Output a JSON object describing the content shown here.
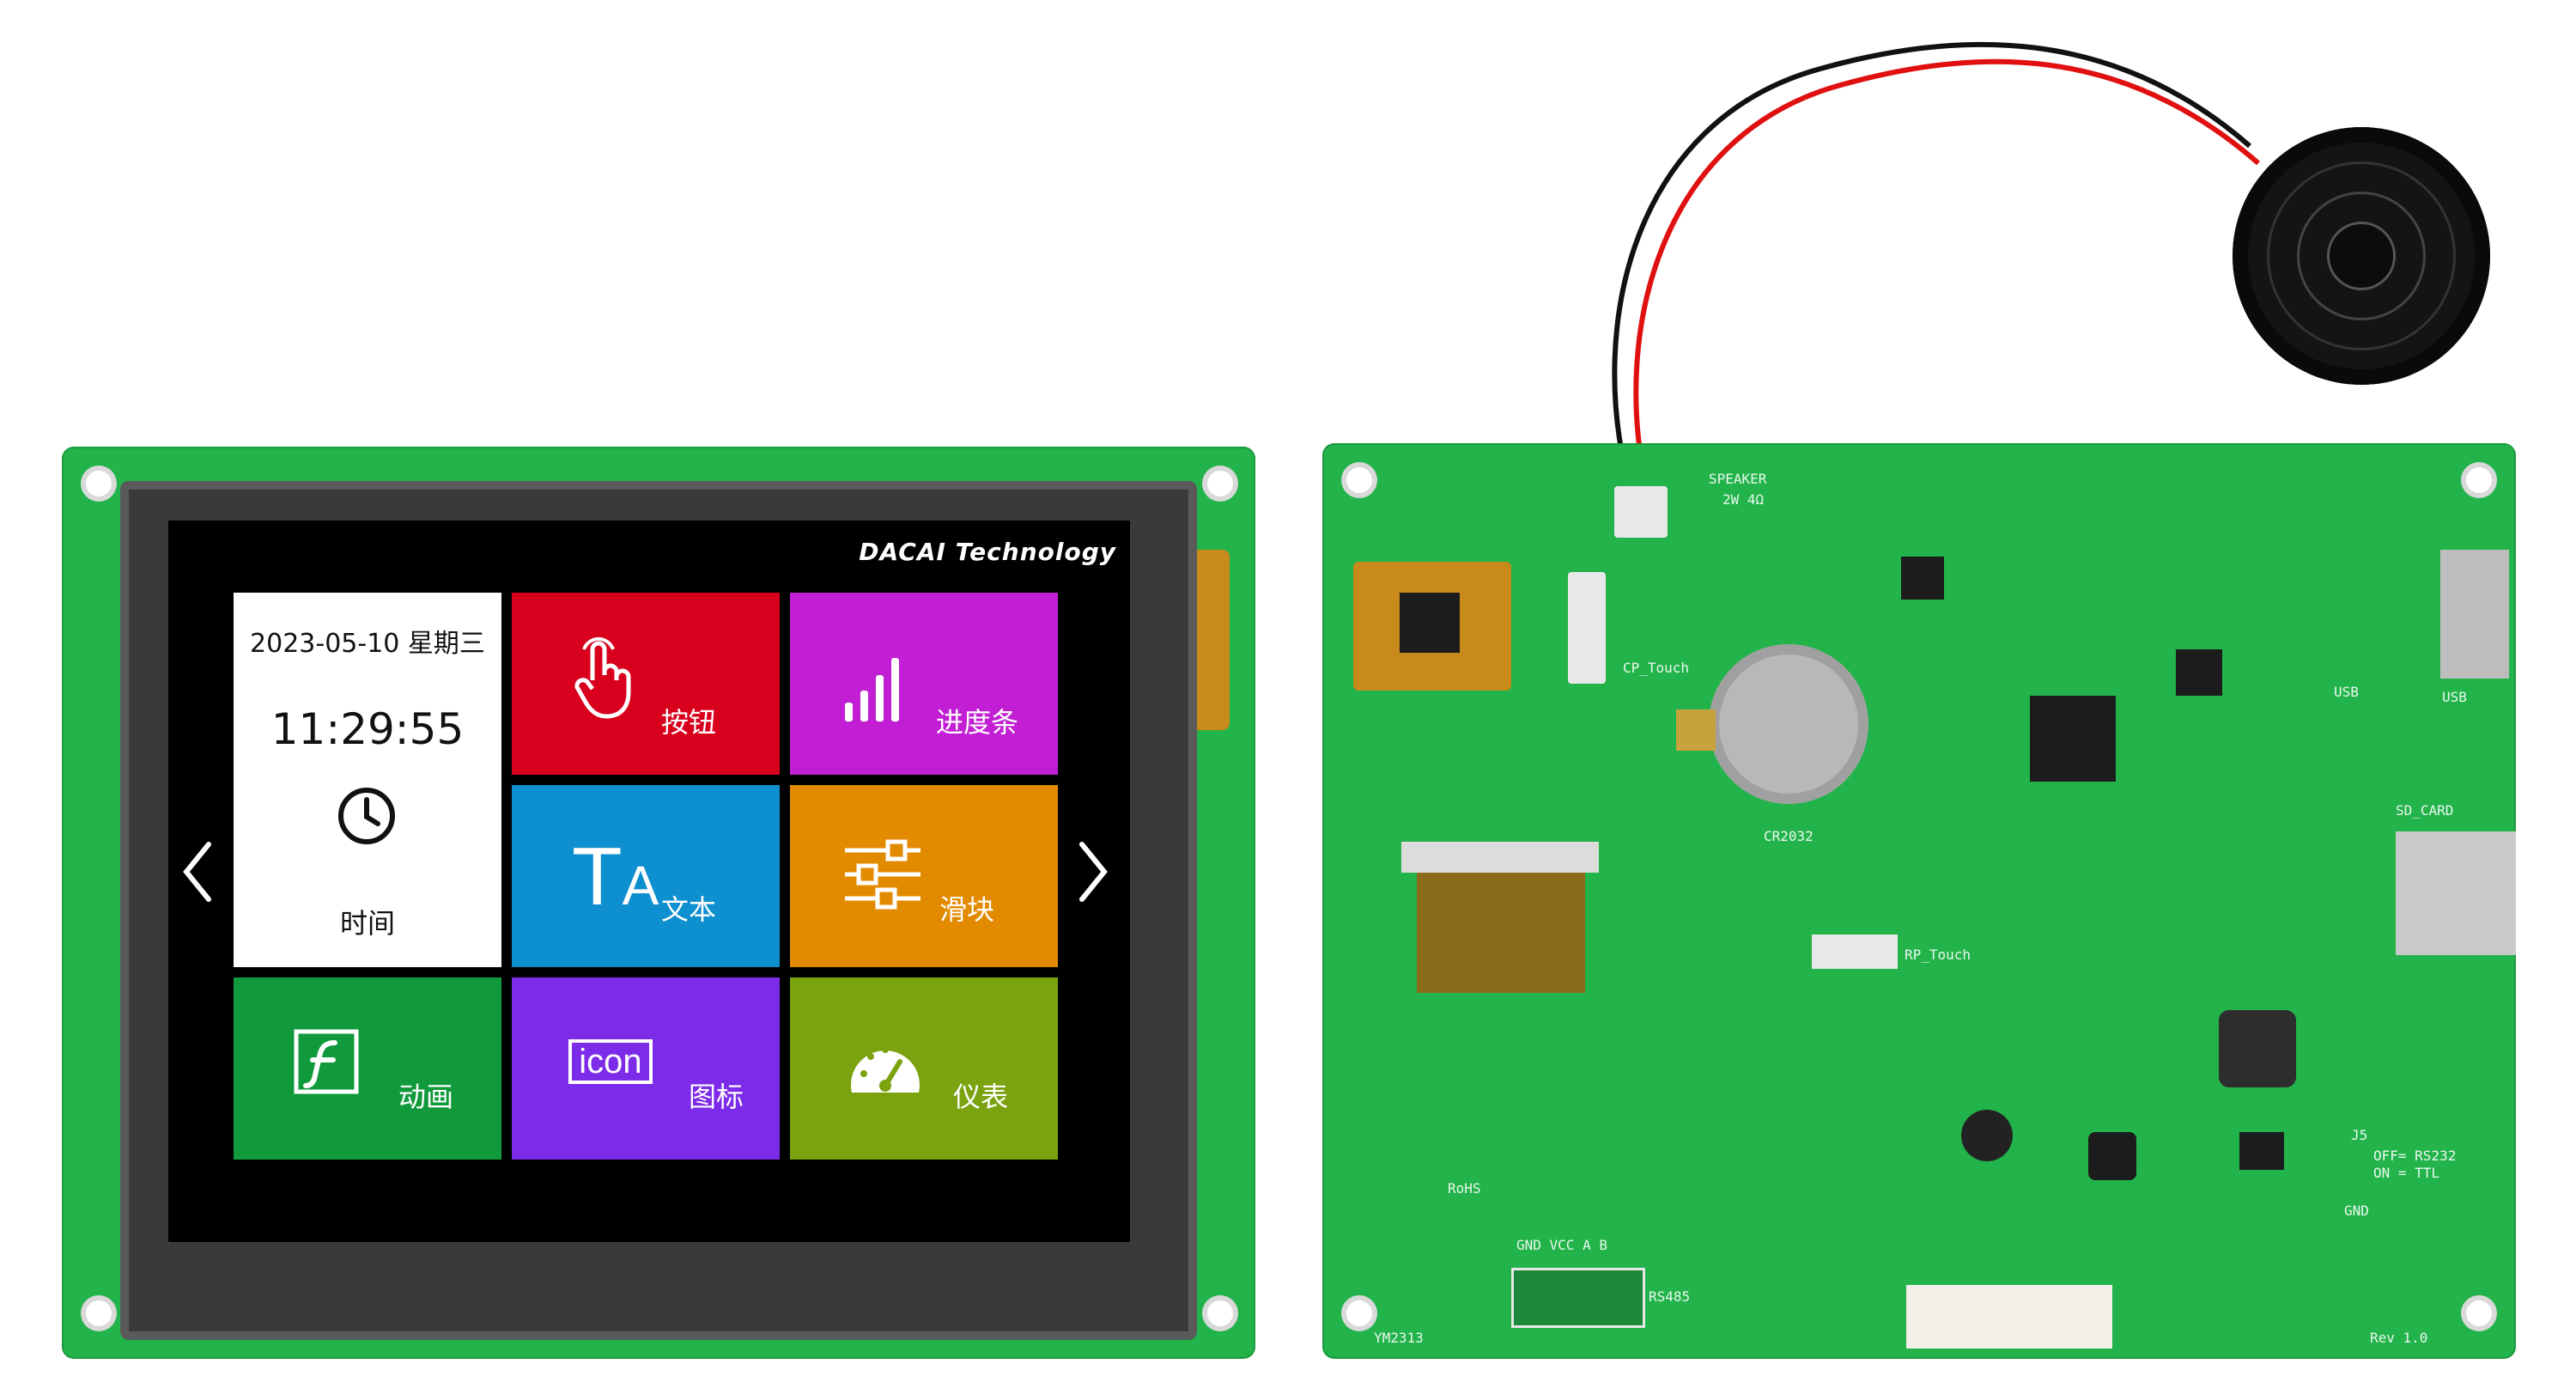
{
  "display": {
    "brand": "DACAI Technology",
    "date_text": "2023-05-10 星期三",
    "time_text": "11:29:55",
    "nav_prev_icon": "chevron-left-icon",
    "nav_next_icon": "chevron-right-icon",
    "tiles": [
      {
        "id": "time",
        "label": "时间",
        "icon": "clock-icon",
        "color": "#ffffff"
      },
      {
        "id": "button",
        "label": "按钮",
        "icon": "hand-pointer-icon",
        "color": "#d8001c"
      },
      {
        "id": "progress",
        "label": "进度条",
        "icon": "signal-bars-icon",
        "color": "#c21fd4"
      },
      {
        "id": "text",
        "label": "文本",
        "icon": "text-ta-icon",
        "color": "#0e8fcf"
      },
      {
        "id": "slider",
        "label": "滑块",
        "icon": "sliders-icon",
        "color": "#e38b00"
      },
      {
        "id": "animation",
        "label": "动画",
        "icon": "flash-icon",
        "color": "#119a3c"
      },
      {
        "id": "icon",
        "label": "图标",
        "icon": "icon-badge",
        "icon_text": "icon",
        "color": "#7c2be8"
      },
      {
        "id": "meter",
        "label": "仪表",
        "icon": "gauge-icon",
        "color": "#7aa30f"
      }
    ]
  },
  "board": {
    "speaker_label": "SPEAKER",
    "speaker_rating": "2W 4Ω",
    "cp_touch": "CP_Touch",
    "rp_touch": "RP_Touch",
    "battery": "CR2032",
    "sd_card": "SD_CARD",
    "usb_a": "USB",
    "usb_b": "USB",
    "rs485": "RS485",
    "rs485_pins": "GND VCC  A   B",
    "jumper_note_1": "OFF= RS232",
    "jumper_note_2": "ON = TTL",
    "gnd": "GND",
    "rohs": "RoHS",
    "rev": "Rev 1.0",
    "model": "YM2313",
    "j5": "J5"
  }
}
